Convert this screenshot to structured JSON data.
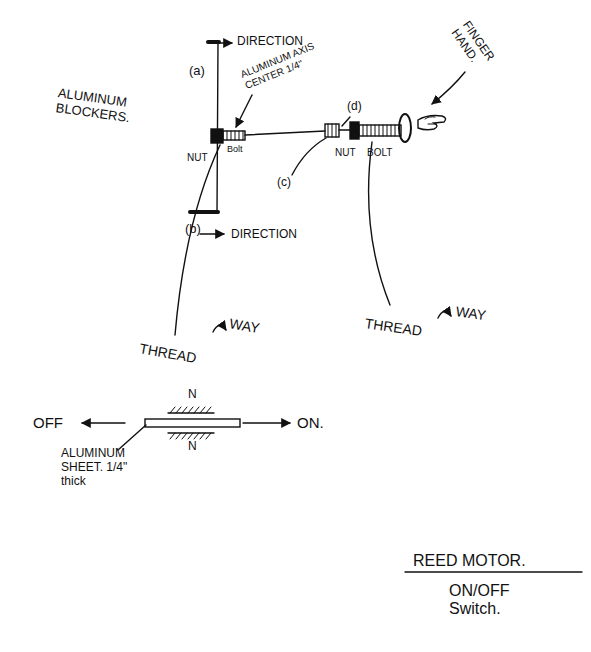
{
  "diagram": {
    "title": "REED MOTOR.",
    "caption": "ON/OFF Switch.",
    "labels": [
      "DIRECTION",
      "(a)",
      "ALUMINUM BLOCKERS.",
      "ALUMINUM AXIS CENTER 1/4\"",
      "NUT",
      "Bolt",
      "(d)",
      "(c)",
      "NUT",
      "BOLT",
      "FINGER HAND.",
      "(b)",
      "DIRECTION",
      "THREAD",
      "WAY",
      "THREAD",
      "WAY",
      "OFF",
      "ON.",
      "N",
      "N",
      "ALUMINUM SHEET. 1/4\" thick"
    ]
  }
}
